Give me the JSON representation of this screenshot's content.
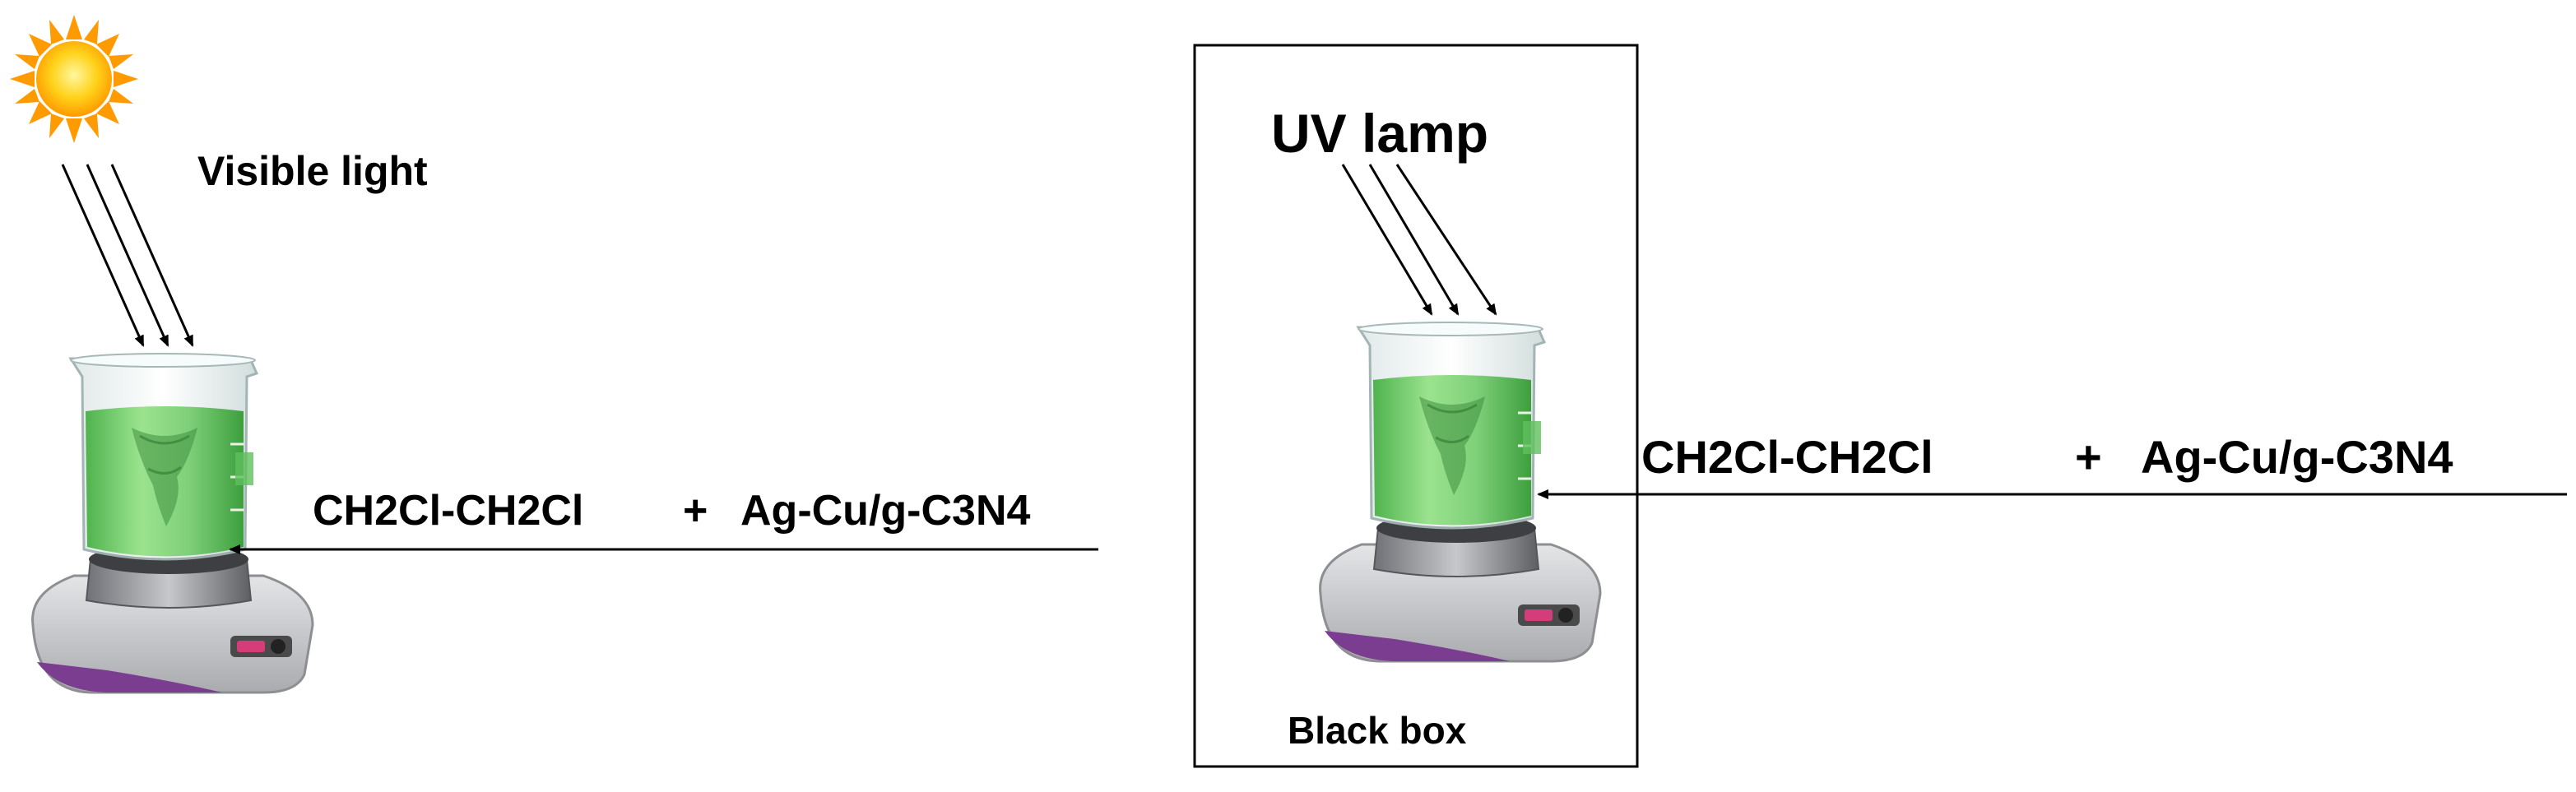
{
  "left_setup": {
    "light_label": "Visible light",
    "reactant_1": "CH2Cl-CH2Cl",
    "plus": "+",
    "catalyst": "Ag-Cu/g-C3N4",
    "light_icon": "sun-icon",
    "apparatus_icon": "beaker-on-magnetic-stirrer-icon"
  },
  "right_setup": {
    "light_label": "UV lamp",
    "enclosure_label": "Black box",
    "reactant_1": "CH2Cl-CH2Cl",
    "plus": "+",
    "catalyst": "Ag-Cu/g-C3N4",
    "apparatus_icon": "beaker-on-magnetic-stirrer-icon"
  },
  "colors": {
    "solution_green": "#7fd07a",
    "sun_yellow": "#ffcc00",
    "sun_orange": "#ff9a00",
    "stirrer_grey": "#c9cacc",
    "stirrer_purple": "#7a3d8f",
    "line": "#000000"
  }
}
